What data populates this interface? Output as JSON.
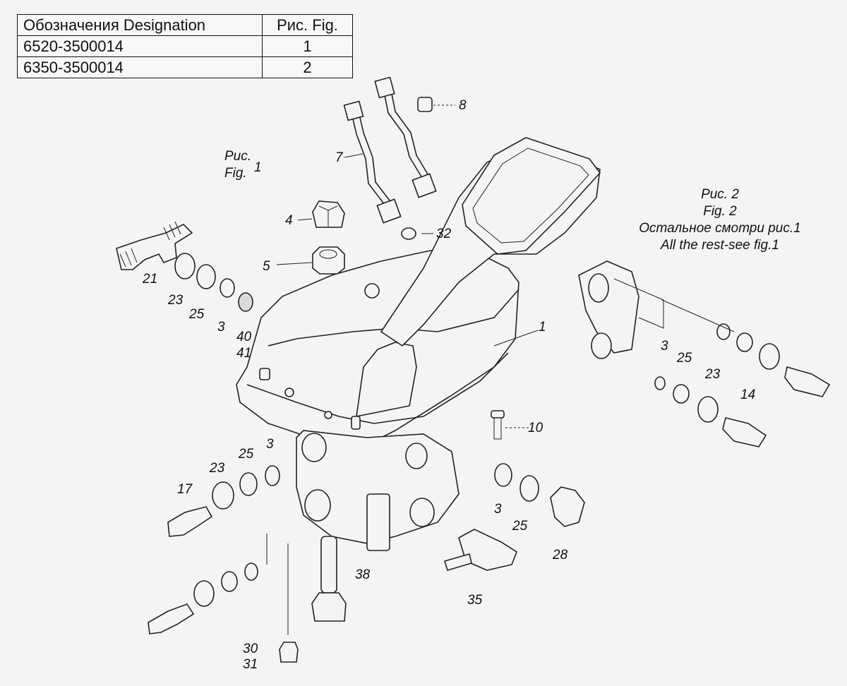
{
  "table": {
    "headers": [
      "Обозначения Designation",
      "Рис. Fig."
    ],
    "rows": [
      {
        "designation": "6520-3500014",
        "fig": "1"
      },
      {
        "designation": "6350-3500014",
        "fig": "2"
      }
    ]
  },
  "figures": {
    "fig1": {
      "line1": "Рис.",
      "line2": "Fig.",
      "number": "1"
    },
    "fig2": {
      "line1": "Рис. 2",
      "line2": "Fig. 2",
      "line3": "Остальное смотри рис.1",
      "line4": "All the rest-see fig.1"
    }
  },
  "callouts": {
    "p1": "1",
    "p3a": "3",
    "p3b": "3",
    "p3c": "3",
    "p3d": "3",
    "p4": "4",
    "p5": "5",
    "p7": "7",
    "p8": "8",
    "p10": "10",
    "p14": "14",
    "p17": "17",
    "p21": "21",
    "p23a": "23",
    "p23b": "23",
    "p23c": "23",
    "p25a": "25",
    "p25b": "25",
    "p25c": "25",
    "p25d": "25",
    "p28": "28",
    "p30": "30",
    "p31": "31",
    "p32": "32",
    "p35": "35",
    "p38": "38",
    "p40": "40",
    "p41": "41"
  }
}
